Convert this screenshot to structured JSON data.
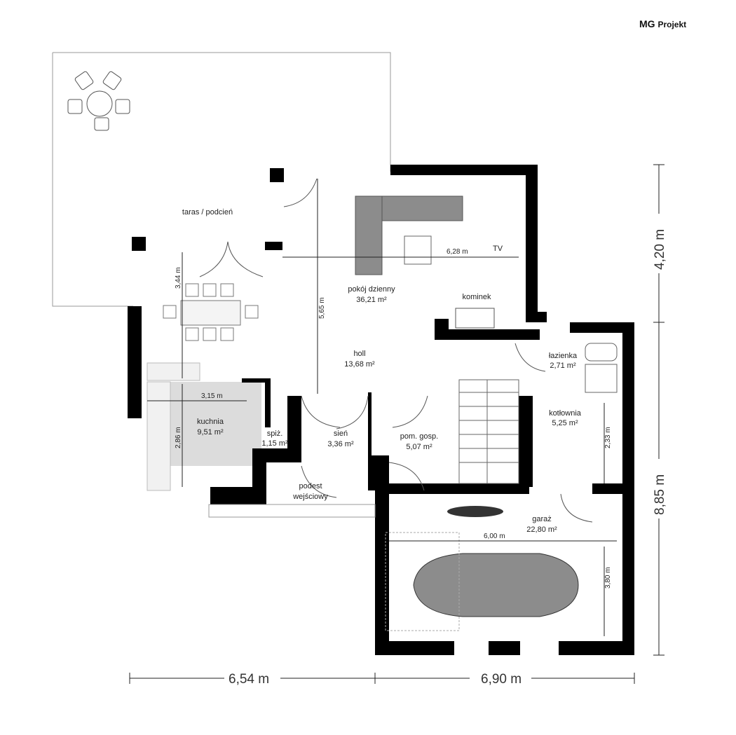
{
  "logo": {
    "brand": "MG",
    "name": "Projekt"
  },
  "rooms": [
    {
      "name": "taras / podcień",
      "area": ""
    },
    {
      "name": "pokój dzienny",
      "area": "36,21 m²"
    },
    {
      "name": "holl",
      "area": "13,68 m²"
    },
    {
      "name": "kuchnia",
      "area": "9,51 m²"
    },
    {
      "name": "spiż.",
      "area": "1,15 m²"
    },
    {
      "name": "sień",
      "area": "3,36 m²"
    },
    {
      "name": "pom. gosp.",
      "area": "5,07 m²"
    },
    {
      "name": "łazienka",
      "area": "2,71 m²"
    },
    {
      "name": "kotłownia",
      "area": "5,25 m²"
    },
    {
      "name": "garaż",
      "area": "22,80 m²"
    },
    {
      "name": "podest",
      "area": "wejściowy"
    }
  ],
  "labels": {
    "tv": "TV",
    "fireplace": "kominek"
  },
  "dimensions": {
    "living_width": "6,28 m",
    "hall_height": "5,65 m",
    "dining_height": "3,44 m",
    "kitchen_width": "3,15 m",
    "kitchen_height": "2,86 m",
    "boiler_height": "2,33 m",
    "garage_width": "6,00 m",
    "garage_depth": "3,80 m",
    "bottom_left": "6,54 m",
    "bottom_right": "6,90 m",
    "right_top": "4,20 m",
    "right_bottom": "8,85 m"
  },
  "colors": {
    "wall": "#000000",
    "furniture": "#8c8c8c",
    "kitchen": "#dcdcdc"
  }
}
